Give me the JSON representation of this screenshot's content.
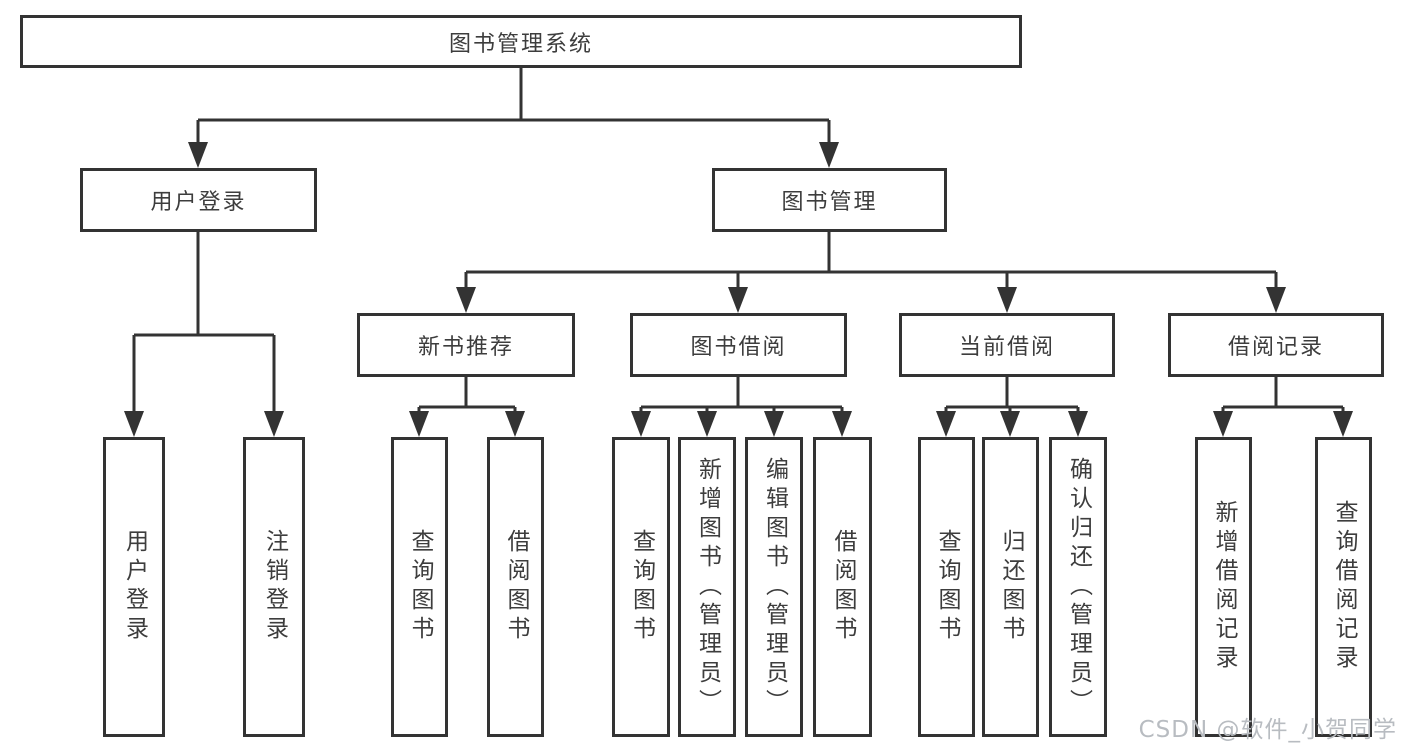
{
  "diagram": {
    "root": {
      "label": "图书管理系统"
    },
    "level2": [
      {
        "label": "用户登录",
        "children": [
          {
            "label": "用户登录"
          },
          {
            "label": "注销登录"
          }
        ]
      },
      {
        "label": "图书管理",
        "children": [
          {
            "label": "新书推荐",
            "children": [
              {
                "label": "查询图书"
              },
              {
                "label": "借阅图书"
              }
            ]
          },
          {
            "label": "图书借阅",
            "children": [
              {
                "label": "查询图书"
              },
              {
                "label": "新增图书（管理员）"
              },
              {
                "label": "编辑图书（管理员）"
              },
              {
                "label": "借阅图书"
              }
            ]
          },
          {
            "label": "当前借阅",
            "children": [
              {
                "label": "查询图书"
              },
              {
                "label": "归还图书"
              },
              {
                "label": "确认归还（管理员）"
              }
            ]
          },
          {
            "label": "借阅记录",
            "children": [
              {
                "label": "新增借阅记录"
              },
              {
                "label": "查询借阅记录"
              }
            ]
          }
        ]
      }
    ],
    "watermark": {
      "label": "CSDN @软件_小贺同学"
    },
    "colors": {
      "line": "#333333",
      "text": "#3d3d3d",
      "watermark": "#b8bcc1",
      "background": "#ffffff"
    }
  }
}
